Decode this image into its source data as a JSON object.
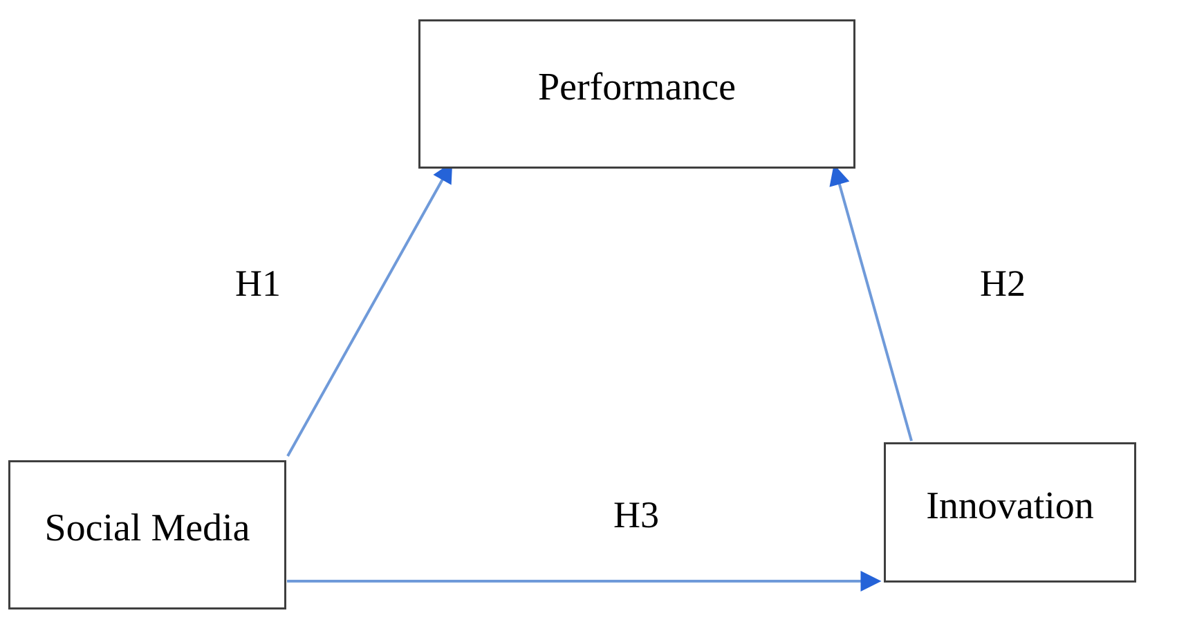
{
  "diagram": {
    "type": "hypothesis-path-model",
    "nodes": [
      {
        "id": "performance",
        "label": "Performance"
      },
      {
        "id": "social_media",
        "label": "Social Media"
      },
      {
        "id": "innovation",
        "label": "Innovation"
      }
    ],
    "edges": [
      {
        "id": "h1",
        "label": "H1",
        "from": "social_media",
        "to": "performance"
      },
      {
        "id": "h2",
        "label": "H2",
        "from": "innovation",
        "to": "performance"
      },
      {
        "id": "h3",
        "label": "H3",
        "from": "social_media",
        "to": "innovation"
      }
    ],
    "colors": {
      "arrow_line": "#6f9ad9",
      "arrow_head": "#2563d8",
      "box_border": "#3f3f3f",
      "text": "#000000",
      "background": "#ffffff"
    }
  }
}
